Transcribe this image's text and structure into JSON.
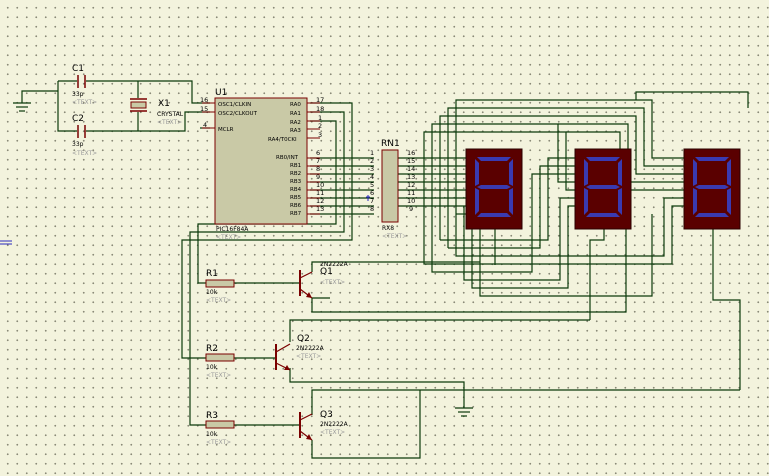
{
  "components": {
    "c1": {
      "ref": "C1",
      "value": "33p",
      "text": "<TEXT>"
    },
    "c2": {
      "ref": "C2",
      "value": "33p",
      "text": "<TEXT>"
    },
    "x1": {
      "ref": "X1",
      "value": "CRYSTAL",
      "text": "<TEXT>"
    },
    "u1": {
      "ref": "U1",
      "value": "PIC16F84A",
      "text": "<TEXT>",
      "left_pins": [
        {
          "num": "16",
          "name": "OSC1/CLKIN"
        },
        {
          "num": "15",
          "name": "OSC2/CLKOUT"
        },
        {
          "num": "4",
          "name": "MCLR"
        }
      ],
      "right_pins": [
        {
          "num": "17",
          "name": "RA0"
        },
        {
          "num": "18",
          "name": "RA1"
        },
        {
          "num": "1",
          "name": "RA2"
        },
        {
          "num": "2",
          "name": "RA3"
        },
        {
          "num": "3",
          "name": "RA4/T0CKI"
        },
        {
          "num": "6",
          "name": "RB0/INT"
        },
        {
          "num": "7",
          "name": "RB1"
        },
        {
          "num": "8",
          "name": "RB2"
        },
        {
          "num": "9",
          "name": "RB3"
        },
        {
          "num": "10",
          "name": "RB4"
        },
        {
          "num": "11",
          "name": "RB5"
        },
        {
          "num": "12",
          "name": "RB6"
        },
        {
          "num": "13",
          "name": "RB7"
        }
      ]
    },
    "rn1": {
      "ref": "RN1",
      "value": "RX8",
      "text": "<TEXT>",
      "left_pins": [
        "1",
        "2",
        "3",
        "4",
        "5",
        "6",
        "7",
        "8"
      ],
      "right_pins": [
        "16",
        "15",
        "14",
        "13",
        "12",
        "11",
        "10",
        "9"
      ]
    },
    "r1": {
      "ref": "R1",
      "value": "10k",
      "text": "<TEXT>"
    },
    "r2": {
      "ref": "R2",
      "value": "10k",
      "text": "<TEXT>"
    },
    "r3": {
      "ref": "R3",
      "value": "10k",
      "text": "<TEXT>"
    },
    "q1": {
      "ref": "Q1",
      "value": "2N2222A",
      "text": "<TEXT>"
    },
    "q2": {
      "ref": "Q2",
      "value": "2N2222A",
      "text": "<TEXT>"
    },
    "q3": {
      "ref": "Q3",
      "value": "2N2222A",
      "text": "<TEXT>"
    },
    "displays": [
      {
        "digit": "8"
      },
      {
        "digit": "8"
      },
      {
        "digit": "8"
      }
    ]
  },
  "colors": {
    "wire": "#0b3a0b",
    "body": "#c9c9a6",
    "outline": "#7a0000",
    "display_bg": "#5a0000",
    "segment": "#3a3ab0"
  }
}
